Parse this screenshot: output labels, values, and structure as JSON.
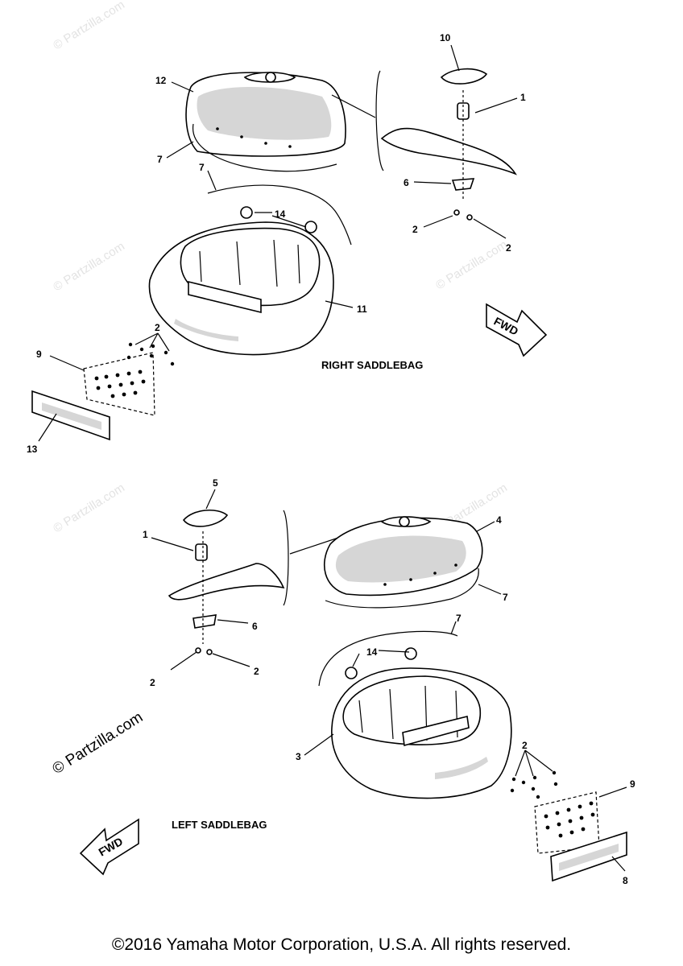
{
  "sections": {
    "right": "RIGHT SADDLEBAG",
    "left": "LEFT SADDLEBAG"
  },
  "arrow_label": "FWD",
  "watermark": "© Partzilla.com",
  "footer": "©2016 Yamaha Motor Corporation, U.S.A. All rights reserved.",
  "callouts": {
    "right": [
      "12",
      "7",
      "7",
      "14",
      "11",
      "10",
      "1",
      "6",
      "2",
      "2",
      "2",
      "9",
      "13"
    ],
    "left": [
      "5",
      "1",
      "6",
      "2",
      "2",
      "4",
      "7",
      "7",
      "14",
      "3",
      "2",
      "9",
      "8"
    ]
  }
}
